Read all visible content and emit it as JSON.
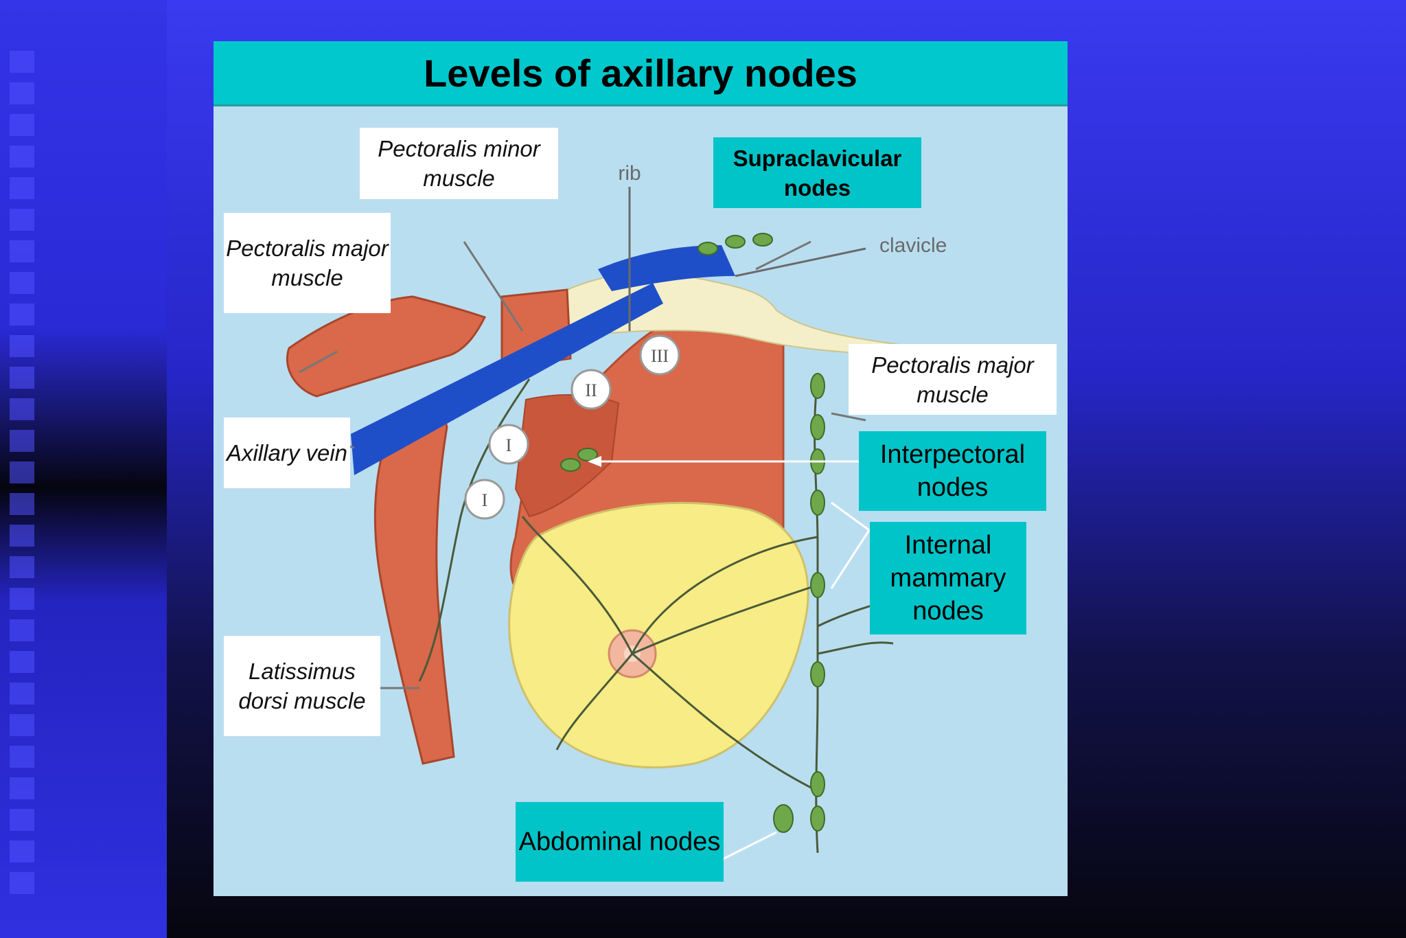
{
  "title": "Levels of axillary nodes",
  "labels": {
    "pect_minor": "Pectoralis minor muscle",
    "pect_major_left": "Pectoralis major muscle",
    "axillary_vein": "Axillary vein",
    "latissimus": "Latissimus dorsi muscle",
    "pect_major_right": "Pectoralis major muscle",
    "supraclavicular": "Supraclavicular nodes",
    "interpectoral": "Interpectoral nodes",
    "internal_mammary": "Internal mammary nodes",
    "abdominal": "Abdominal nodes"
  },
  "diagram_text": {
    "rib": "rib",
    "clavicle": "clavicle",
    "level_1": "I",
    "level_2": "II",
    "level_3": "III"
  },
  "colors": {
    "title_bar": "#00c8cc",
    "muscle": "#d9694a",
    "vein": "#1f4fc8",
    "breast": "#f7ec85",
    "node": "#6ea84a",
    "background": "#b9def0"
  }
}
